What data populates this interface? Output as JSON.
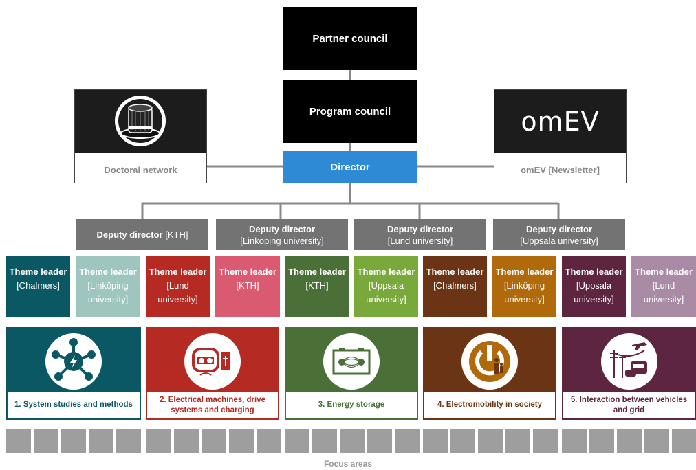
{
  "partner_council": "Partner council",
  "program_council": "Program council",
  "director": "Director",
  "doctoral_network": {
    "caption": "Doctoral network"
  },
  "newsletter": {
    "logo_text": "omEV",
    "caption": "omEV [Newsletter]"
  },
  "deputies": [
    {
      "title": "Deputy director",
      "affiliation": "[KTH]"
    },
    {
      "title": "Deputy director",
      "affiliation": "[Linköping university]"
    },
    {
      "title": "Deputy director",
      "affiliation": "[Lund university]"
    },
    {
      "title": "Deputy director",
      "affiliation": "[Uppsala university]"
    }
  ],
  "theme_leaders": [
    {
      "title": "Theme leader",
      "line1": "[Chalmers]",
      "line2": "",
      "color": "#0b5865"
    },
    {
      "title": "Theme leader",
      "line1": "[Linköping",
      "line2": "university]",
      "color": "#9ec6bf"
    },
    {
      "title": "Theme leader",
      "line1": "[Lund",
      "line2": "university]",
      "color": "#b52a22"
    },
    {
      "title": "Theme leader",
      "line1": "[KTH]",
      "line2": "",
      "color": "#da5a72"
    },
    {
      "title": "Theme leader",
      "line1": "[KTH]",
      "line2": "",
      "color": "#4a7038"
    },
    {
      "title": "Theme leader",
      "line1": "[Uppsala",
      "line2": "university]",
      "color": "#79a93a"
    },
    {
      "title": "Theme leader",
      "line1": "[Chalmers]",
      "line2": "",
      "color": "#6b3414"
    },
    {
      "title": "Theme leader",
      "line1": "[Linköping",
      "line2": "university]",
      "color": "#b06a0c"
    },
    {
      "title": "Theme leader",
      "line1": "[Uppsala",
      "line2": "university]",
      "color": "#5d2540"
    },
    {
      "title": "Theme leader",
      "line1": "[Lund",
      "line2": "university]",
      "color": "#a98ba5"
    }
  ],
  "focus_areas": [
    {
      "label": "1. System studies and methods",
      "color": "#0b5865",
      "icon": "network-hub-icon"
    },
    {
      "label": "2. Electrical machines, drive systems and charging",
      "color": "#b52a22",
      "icon": "electric-machine-icon"
    },
    {
      "label": "3. Energy storage",
      "color": "#4a7038",
      "icon": "battery-field-icon"
    },
    {
      "label": "4. Electromobility in society",
      "color": "#6b3414",
      "icon": "power-people-icon"
    },
    {
      "label": "5. Interaction between vehicles and grid",
      "color": "#5d2540",
      "icon": "grid-vehicles-icon"
    }
  ],
  "footer": "Focus areas"
}
